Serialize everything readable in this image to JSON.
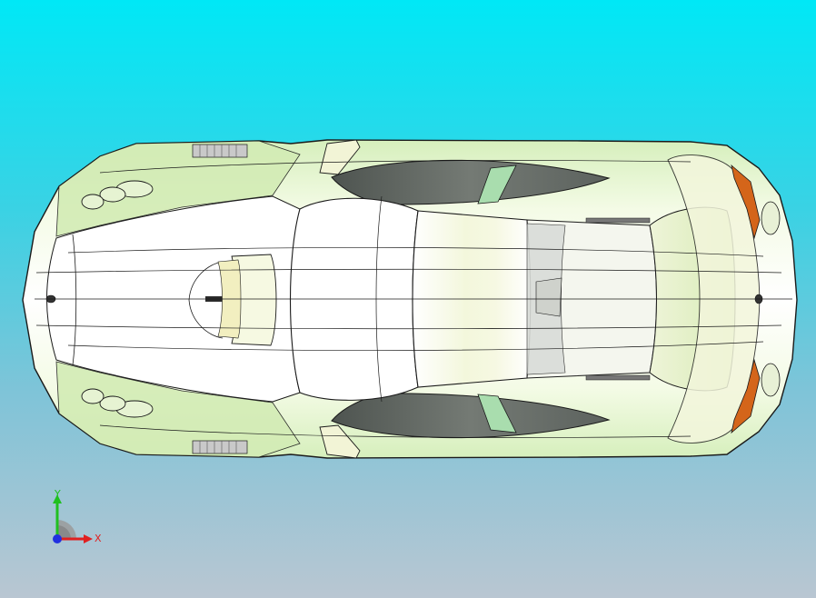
{
  "viewport": {
    "background_top": "#00e8f6",
    "background_bottom": "#b9c6d2"
  },
  "model": {
    "view": "top",
    "body_color": "#f6fbe8",
    "shade_color": "#cfeab0",
    "glass_color": "#5f6560",
    "accent_color": "#d4651a",
    "edge_color": "#1a1a1a"
  },
  "triad": {
    "x_label": "X",
    "y_label": "Y",
    "x_color": "#e02020",
    "y_color": "#20c020",
    "origin_color": "#2030e0"
  }
}
